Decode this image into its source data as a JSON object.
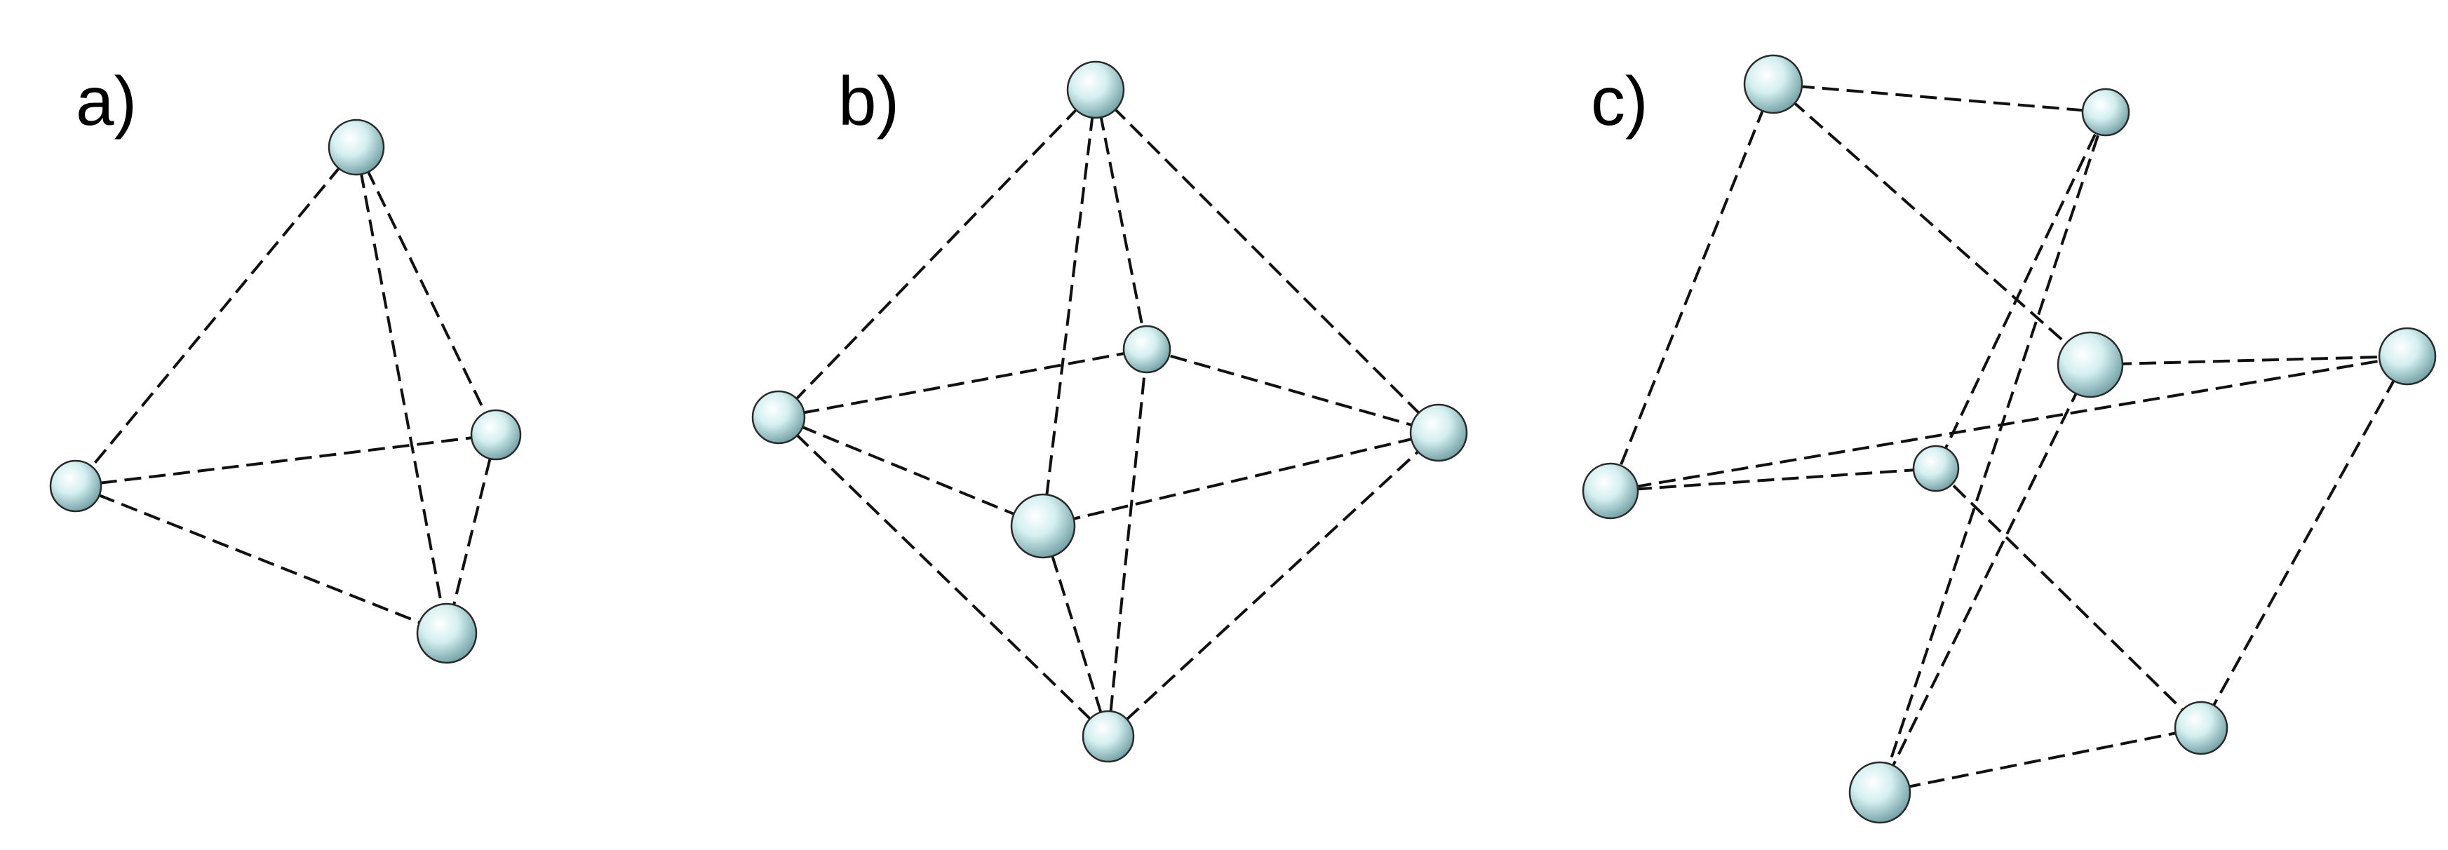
{
  "colors": {
    "atom_fill": "#d4eff0",
    "atom_highlight": "#ffffff",
    "atom_shadow": "#6f9ea3",
    "edge": "#111111"
  },
  "panels": [
    {
      "label": "a)",
      "name": "tetrahedron",
      "nodes": [
        {
          "id": "n1"
        },
        {
          "id": "n2"
        },
        {
          "id": "n3"
        },
        {
          "id": "n4"
        }
      ],
      "edges": [
        [
          "n1",
          "n2"
        ],
        [
          "n1",
          "n3"
        ],
        [
          "n1",
          "n4"
        ],
        [
          "n2",
          "n3"
        ],
        [
          "n2",
          "n4"
        ],
        [
          "n3",
          "n4"
        ]
      ]
    },
    {
      "label": "b)",
      "name": "octahedron",
      "nodes": [
        {
          "id": "n1"
        },
        {
          "id": "n2"
        },
        {
          "id": "n3"
        },
        {
          "id": "n4"
        },
        {
          "id": "n5"
        },
        {
          "id": "n6"
        }
      ],
      "edges": [
        [
          "n1",
          "n2"
        ],
        [
          "n1",
          "n3"
        ],
        [
          "n1",
          "n4"
        ],
        [
          "n1",
          "n5"
        ],
        [
          "n6",
          "n2"
        ],
        [
          "n6",
          "n3"
        ],
        [
          "n6",
          "n4"
        ],
        [
          "n6",
          "n5"
        ],
        [
          "n2",
          "n3"
        ],
        [
          "n3",
          "n4"
        ],
        [
          "n4",
          "n5"
        ],
        [
          "n5",
          "n2"
        ]
      ]
    },
    {
      "label": "c)",
      "name": "cube",
      "nodes": [
        {
          "id": "n1"
        },
        {
          "id": "n2"
        },
        {
          "id": "n3"
        },
        {
          "id": "n4"
        },
        {
          "id": "n5"
        },
        {
          "id": "n6"
        },
        {
          "id": "n7"
        },
        {
          "id": "n8"
        }
      ],
      "edges": [
        [
          "n1",
          "n2"
        ],
        [
          "n1",
          "n3"
        ],
        [
          "n1",
          "n4"
        ],
        [
          "n2",
          "n5"
        ],
        [
          "n2",
          "n6"
        ],
        [
          "n3",
          "n5"
        ],
        [
          "n3",
          "n7"
        ],
        [
          "n4",
          "n6"
        ],
        [
          "n4",
          "n7"
        ],
        [
          "n5",
          "n8"
        ],
        [
          "n6",
          "n8"
        ],
        [
          "n7",
          "n8"
        ]
      ]
    }
  ]
}
